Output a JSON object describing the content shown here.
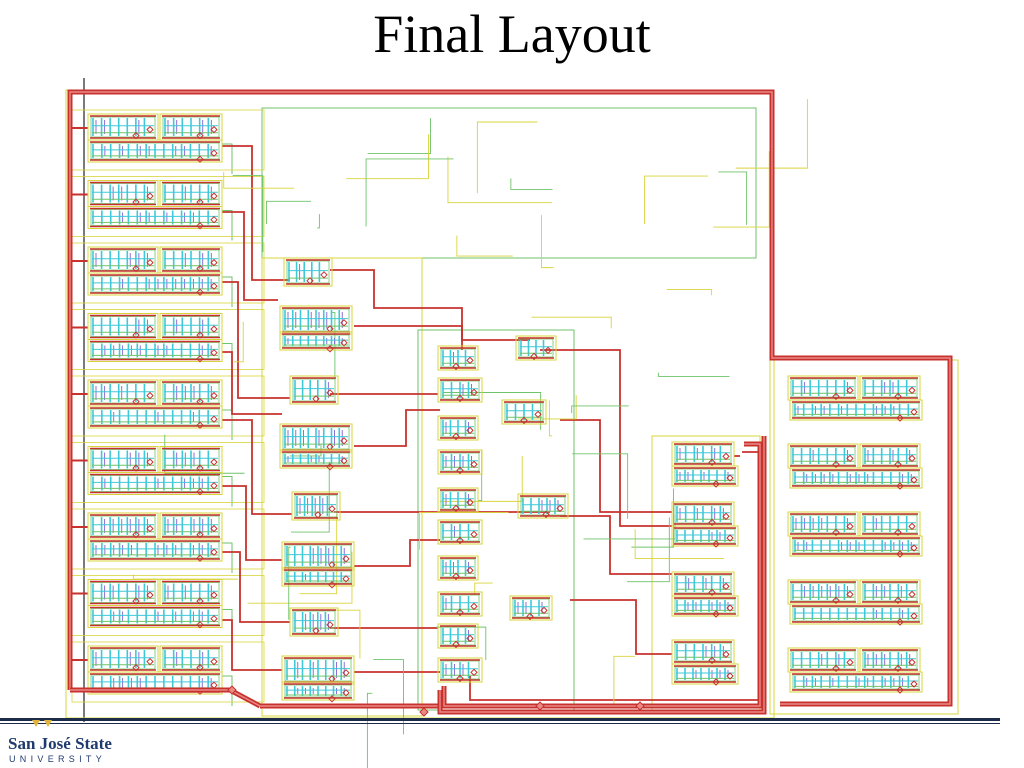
{
  "slide": {
    "title": "Final Layout"
  },
  "footer": {
    "logo_name": "San José State",
    "logo_sub": "UNIVERSITY"
  },
  "colors": {
    "metal_power": "#c8322e",
    "metal_power_inner": "#e98a86",
    "metal_signal": "#d9d43a",
    "metal_route": "#6fc36a",
    "diffusion": "#3fc8d8",
    "poly": "#8f6fd6",
    "rule": "#1c2b4a",
    "brand": "#1f3a6e",
    "brand_accent": "#e0b43a"
  }
}
